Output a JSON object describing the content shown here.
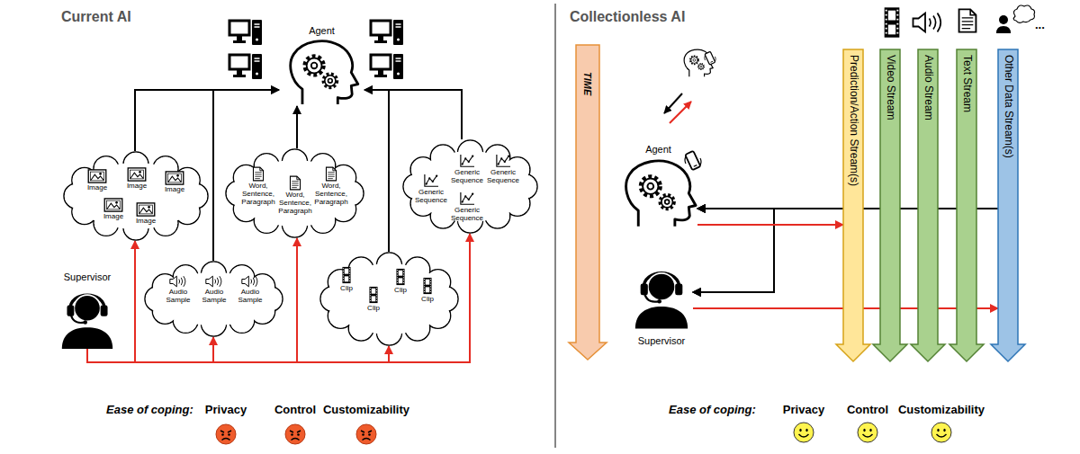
{
  "diagram": {
    "nodes": [
      {
        "text": [
          "Agent"
        ]
      },
      {
        "text": [
          "Image",
          "Image",
          "Image",
          "Image",
          "Image"
        ]
      },
      {
        "text": [
          "Word, Sentence, Paragraph",
          "Word, Sentence, Paragraph",
          "Word, Sentence, Paragraph"
        ]
      },
      {
        "text": [
          "Generic Sequence",
          "Generic Sequence",
          "Generic Sequence",
          "Generic Sequence"
        ]
      },
      {
        "text": [
          "Supervisor"
        ]
      },
      {
        "text": [
          "Audio Sample",
          "Audio Sample",
          "Audio Sample"
        ]
      },
      {
        "text": [
          "Clip",
          "Clip",
          "Clip",
          "Clip"
        ]
      },
      {
        "text": [
          "TIME"
        ]
      },
      {
        "text": [
          "Agent"
        ]
      },
      {
        "text": [
          "Supervisor"
        ]
      },
      {
        "text": [
          "Prediction/Action Stream(s)"
        ]
      },
      {
        "text": [
          "Video Stream"
        ]
      },
      {
        "text": [
          "Audio Stream"
        ]
      },
      {
        "text": [
          "Text Stream"
        ]
      },
      {
        "text": [
          "Other Data Stream(s)"
        ]
      }
    ],
    "edges": [
      {
        "from": 1,
        "to": 0,
        "arrow": "to"
      },
      {
        "from": 2,
        "to": 0,
        "arrow": "to"
      },
      {
        "from": 3,
        "to": 0,
        "arrow": "to"
      },
      {
        "from": 5,
        "to": 0,
        "arrow": "to"
      },
      {
        "from": 6,
        "to": 0,
        "arrow": "to"
      },
      {
        "from": 4,
        "to": 1,
        "arrow": "to"
      },
      {
        "from": 4,
        "to": 5,
        "arrow": "to"
      },
      {
        "from": 4,
        "to": 2,
        "arrow": "to"
      },
      {
        "from": 4,
        "to": 6,
        "arrow": "to"
      },
      {
        "from": 4,
        "to": 3,
        "arrow": "to"
      },
      {
        "from": 10,
        "to": 8,
        "arrow": "to"
      },
      {
        "from": 11,
        "to": 8,
        "arrow": "to"
      },
      {
        "from": 12,
        "to": 8,
        "arrow": "to"
      },
      {
        "from": 13,
        "to": 8,
        "arrow": "to"
      },
      {
        "from": 14,
        "to": 8,
        "arrow": "to"
      },
      {
        "from": 10,
        "to": 9,
        "arrow": "to"
      },
      {
        "from": 11,
        "to": 9,
        "arrow": "to"
      },
      {
        "from": 12,
        "to": 9,
        "arrow": "to"
      },
      {
        "from": 13,
        "to": 9,
        "arrow": "to"
      },
      {
        "from": 14,
        "to": 9,
        "arrow": "to"
      },
      {
        "from": 8,
        "to": 10,
        "arrow": "to"
      },
      {
        "from": 9,
        "to": 14,
        "arrow": "to"
      }
    ],
    "labels": [
      "Current AI",
      "Collectionless AI",
      "Ease of coping:",
      "Privacy",
      "Control",
      "Customizability",
      "Ease of coping:",
      "Privacy",
      "Control",
      "Customizability",
      "..."
    ]
  }
}
